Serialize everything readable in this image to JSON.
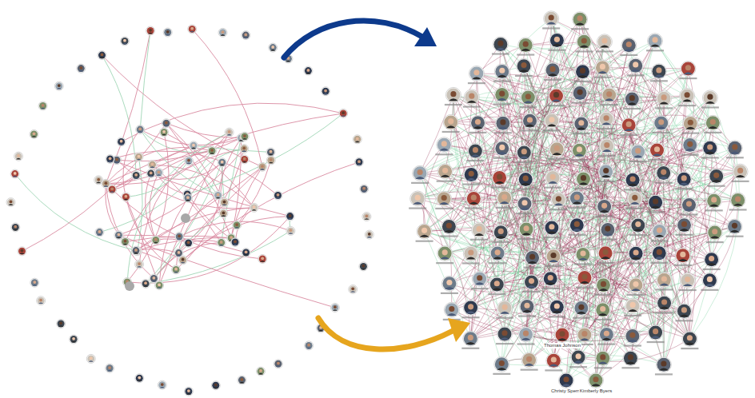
{
  "diagram": {
    "labels": [
      "Thomas Johnson",
      "Christy Sperry",
      "Kimberly Byers"
    ]
  }
}
